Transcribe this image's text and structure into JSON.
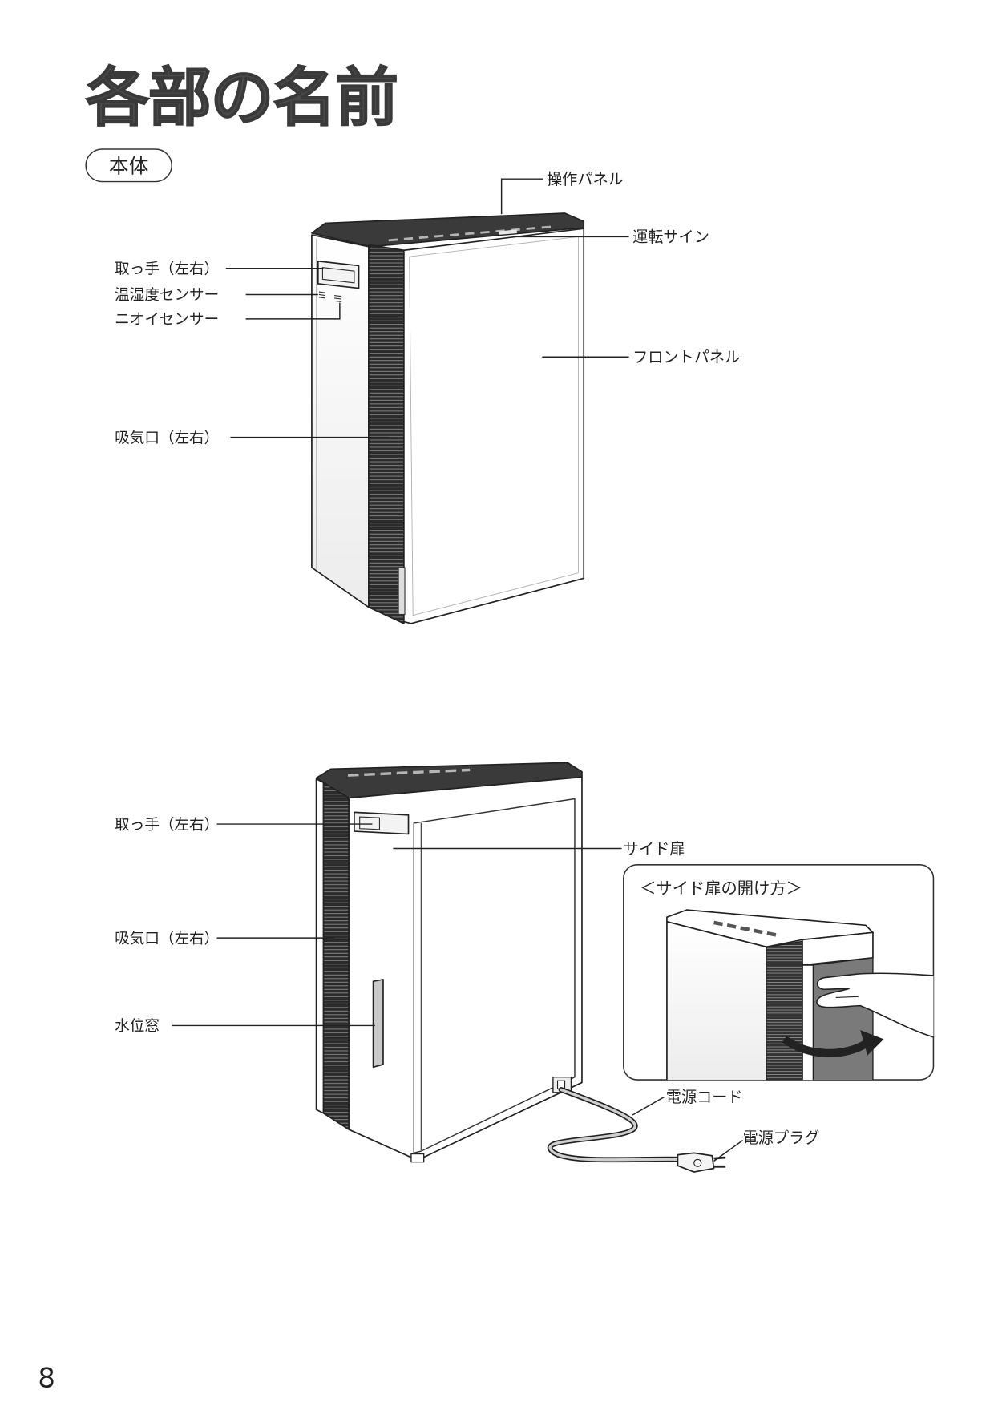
{
  "title": "各部の名前",
  "section_label": "本体",
  "front_view": {
    "control_panel": "操作パネル",
    "operation_sign": "運転サイン",
    "handle": "取っ手（左右）",
    "temp_humidity_sensor": "温湿度センサー",
    "odor_sensor": "ニオイセンサー",
    "front_panel": "フロントパネル",
    "air_intake": "吸気口（左右）"
  },
  "rear_view": {
    "handle": "取っ手（左右）",
    "side_door": "サイド扉",
    "air_intake": "吸気口（左右）",
    "water_level_window": "水位窓",
    "power_cord": "電源コード",
    "power_plug": "電源プラグ"
  },
  "inset": {
    "title": "＜サイド扉の開け方＞"
  },
  "page_number": "8"
}
